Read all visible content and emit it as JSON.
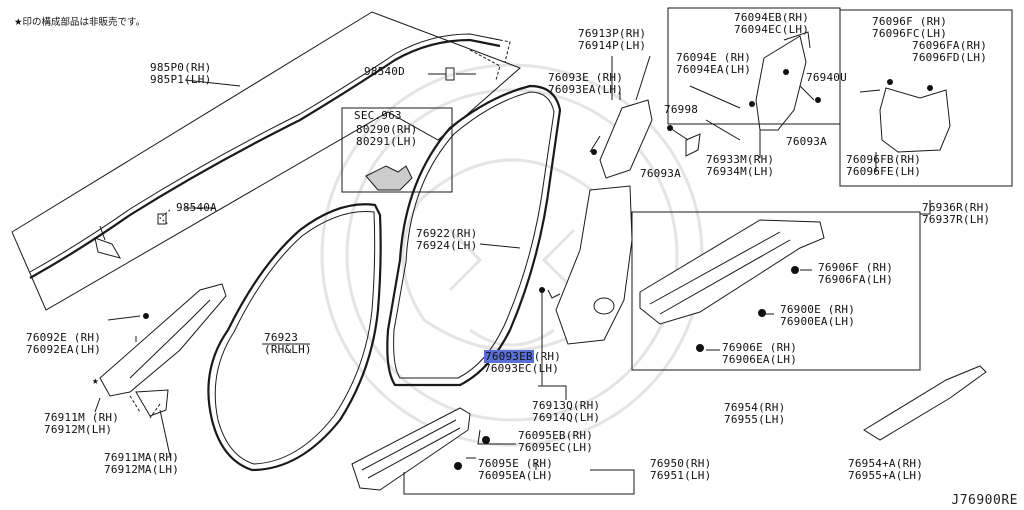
{
  "note": "★印の構成部品は非販売です。",
  "diagram_code": "J76900RE",
  "sec_ref": "SEC.963",
  "labels": {
    "p98540D": "98540D",
    "p985P0": [
      "985P0(RH)",
      "985P1(LH)"
    ],
    "p98540A": "98540A",
    "p80290": [
      "80290(RH)",
      "80291(LH)"
    ],
    "p76092E": [
      "76092E (RH)",
      "76092EA(LH)"
    ],
    "p76911M": [
      "76911M (RH)",
      "76912M(LH)"
    ],
    "p76911MA": [
      "76911MA(RH)",
      "76912MA(LH)"
    ],
    "p76923": [
      "76923",
      "(RH&LH)"
    ],
    "p76922": [
      "76922(RH)",
      "76924(LH)"
    ],
    "p76913P": [
      "76913P(RH)",
      "76914P(LH)"
    ],
    "p76093E": [
      "76093E (RH)",
      "76093EA(LH)"
    ],
    "p76998": "76998",
    "p76093A1": "76093A",
    "p76094EB": [
      "76094EB(RH)",
      "76094EC(LH)"
    ],
    "p76094E": [
      "76094E (RH)",
      "76094EA(LH)"
    ],
    "p76940U": "76940U",
    "p76093A2": "76093A",
    "p76933M": [
      "76933M(RH)",
      "76934M(LH)"
    ],
    "p76096F": [
      "76096F (RH)",
      "76096FC(LH)"
    ],
    "p76096FA": [
      "76096FA(RH)",
      "76096FD(LH)"
    ],
    "p76096FB": [
      "76096FB(RH)",
      "76096FE(LH)"
    ],
    "p76936R": [
      "76936R(RH)",
      "76937R(LH)"
    ],
    "p76906F": [
      "76906F (RH)",
      "76906FA(LH)"
    ],
    "p76900E": [
      "76900E (RH)",
      "76900EA(LH)"
    ],
    "p76906E": [
      "76906E (RH)",
      "76906EA(LH)"
    ],
    "p76093EB_code": "76093EB",
    "p76093EB_rh": "(RH)",
    "p76093EB_lh": "76093EC(LH)",
    "p76913Q": [
      "76913Q(RH)",
      "76914Q(LH)"
    ],
    "p76954": [
      "76954(RH)",
      "76955(LH)"
    ],
    "p76954A": [
      "76954+A(RH)",
      "76955+A(LH)"
    ],
    "p76095EB": [
      "76095EB(RH)",
      "76095EC(LH)"
    ],
    "p76095E": [
      "76095E (RH)",
      "76095EA(LH)"
    ],
    "p76950": [
      "76950(RH)",
      "76951(LH)"
    ]
  },
  "colors": {
    "line": "#1a1a1a",
    "highlight": "#5b6fd8",
    "watermark": "#e2e2e2"
  }
}
